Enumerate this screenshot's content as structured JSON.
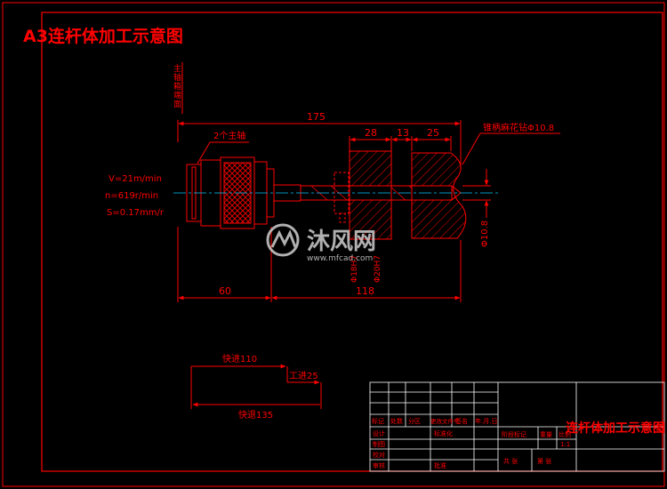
{
  "title": "A3连杆体加工示意图",
  "spindle_side_label": "主轴箱端面",
  "spindle_note": "2个主轴",
  "drill_note": "锥柄麻花钻Φ10.8",
  "cutting": {
    "v": "V=21m/min",
    "n": "n=619r/min",
    "s": "S=0.17mm/r"
  },
  "dimensions": {
    "total": "175",
    "d28": "28",
    "d13": "13",
    "d25": "25",
    "d60": "60",
    "d118": "118",
    "diam": "Φ10.8",
    "small1": "Φ18H7",
    "small2": "Φ20H7"
  },
  "cycle": {
    "rapid_in": "快进110",
    "work_feed": "工进25",
    "rapid_back": "快退135"
  },
  "watermark": {
    "brand": "沐风网",
    "url": "www.mfcad.com"
  },
  "title_block": {
    "drawing_name": "连杆体加工示意图",
    "header_cells": [
      "标记",
      "处数",
      "分区",
      "更改文件号",
      "签名",
      "年.月.日"
    ],
    "row_labels": [
      "设计",
      "制图",
      "校对",
      "审核",
      "工艺"
    ],
    "standard_label": "标准化",
    "approve_label": "批准",
    "stage_label": "阶段标记",
    "weight_label": "重量",
    "scale_label": "比例",
    "scale_value": "1:1",
    "sheets": "共 张",
    "sheet_no": "第 张"
  },
  "colors": {
    "line": "#ff0000",
    "text": "#ff0000",
    "center": "#00c8ff",
    "white": "#ffffff",
    "watermark": "#cfcfcf"
  }
}
